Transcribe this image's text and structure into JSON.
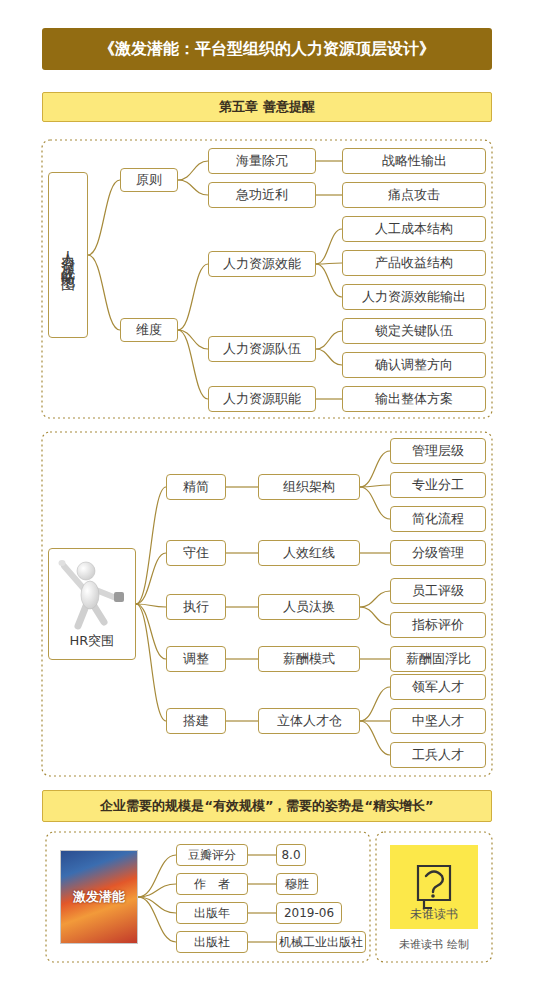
{
  "diagram": {
    "title": "《激发潜能：平台型组织的人力资源顶层设计》",
    "nodes": [
      {
        "text": [
          "第五章 善意提醒"
        ]
      },
      {
        "text": [
          "人力资源战略地图"
        ]
      },
      {
        "text": [
          "原则"
        ]
      },
      {
        "text": [
          "海量除冗"
        ]
      },
      {
        "text": [
          "战略性输出"
        ]
      },
      {
        "text": [
          "急功近利"
        ]
      },
      {
        "text": [
          "痛点攻击"
        ]
      },
      {
        "text": [
          "维度"
        ]
      },
      {
        "text": [
          "人力资源效能"
        ]
      },
      {
        "text": [
          "人工成本结构"
        ]
      },
      {
        "text": [
          "产品收益结构"
        ]
      },
      {
        "text": [
          "人力资源效能输出"
        ]
      },
      {
        "text": [
          "人力资源队伍"
        ]
      },
      {
        "text": [
          "锁定关键队伍"
        ]
      },
      {
        "text": [
          "确认调整方向"
        ]
      },
      {
        "text": [
          "人力资源职能"
        ]
      },
      {
        "text": [
          "输出整体方案"
        ]
      },
      {
        "text": [
          "HR突围"
        ]
      },
      {
        "text": [
          "精简"
        ]
      },
      {
        "text": [
          "组织架构"
        ]
      },
      {
        "text": [
          "管理层级"
        ]
      },
      {
        "text": [
          "专业分工"
        ]
      },
      {
        "text": [
          "简化流程"
        ]
      },
      {
        "text": [
          "守住"
        ]
      },
      {
        "text": [
          "人效红线"
        ]
      },
      {
        "text": [
          "分级管理"
        ]
      },
      {
        "text": [
          "执行"
        ]
      },
      {
        "text": [
          "人员汰换"
        ]
      },
      {
        "text": [
          "员工评级"
        ]
      },
      {
        "text": [
          "指标评价"
        ]
      },
      {
        "text": [
          "调整"
        ]
      },
      {
        "text": [
          "薪酬模式"
        ]
      },
      {
        "text": [
          "薪酬固浮比"
        ]
      },
      {
        "text": [
          "搭建"
        ]
      },
      {
        "text": [
          "立体人才仓"
        ]
      },
      {
        "text": [
          "领军人才"
        ]
      },
      {
        "text": [
          "中坚人才"
        ]
      },
      {
        "text": [
          "工兵人才"
        ]
      },
      {
        "text": [
          "企业需要的规模是“有效规模”，需要的姿势是“精实增长”"
        ]
      },
      {
        "text": [
          "激发潜能"
        ]
      },
      {
        "text": [
          "豆瓣评分"
        ]
      },
      {
        "text": [
          "8.0"
        ]
      },
      {
        "text": [
          "作　者"
        ]
      },
      {
        "text": [
          "穆胜"
        ]
      },
      {
        "text": [
          "出版年"
        ]
      },
      {
        "text": [
          "2019-06"
        ]
      },
      {
        "text": [
          "出版社"
        ]
      },
      {
        "text": [
          "机械工业出版社"
        ]
      },
      {
        "text": [
          "未谁读书"
        ]
      }
    ],
    "edges": [
      {
        "from": 1,
        "to": 2,
        "arrow": "none"
      },
      {
        "from": 1,
        "to": 7,
        "arrow": "none"
      },
      {
        "from": 2,
        "to": 3,
        "arrow": "none"
      },
      {
        "from": 2,
        "to": 5,
        "arrow": "none"
      },
      {
        "from": 3,
        "to": 4,
        "arrow": "none"
      },
      {
        "from": 5,
        "to": 6,
        "arrow": "none"
      },
      {
        "from": 7,
        "to": 8,
        "arrow": "none"
      },
      {
        "from": 7,
        "to": 12,
        "arrow": "none"
      },
      {
        "from": 7,
        "to": 15,
        "arrow": "none"
      },
      {
        "from": 8,
        "to": 9,
        "arrow": "none"
      },
      {
        "from": 8,
        "to": 10,
        "arrow": "none"
      },
      {
        "from": 8,
        "to": 11,
        "arrow": "none"
      },
      {
        "from": 12,
        "to": 13,
        "arrow": "none"
      },
      {
        "from": 12,
        "to": 14,
        "arrow": "none"
      },
      {
        "from": 15,
        "to": 16,
        "arrow": "none"
      },
      {
        "from": 17,
        "to": 18,
        "arrow": "none"
      },
      {
        "from": 17,
        "to": 23,
        "arrow": "none"
      },
      {
        "from": 17,
        "to": 26,
        "arrow": "none"
      },
      {
        "from": 17,
        "to": 30,
        "arrow": "none"
      },
      {
        "from": 17,
        "to": 33,
        "arrow": "none"
      },
      {
        "from": 18,
        "to": 19,
        "arrow": "none"
      },
      {
        "from": 19,
        "to": 20,
        "arrow": "none"
      },
      {
        "from": 19,
        "to": 21,
        "arrow": "none"
      },
      {
        "from": 19,
        "to": 22,
        "arrow": "none"
      },
      {
        "from": 23,
        "to": 24,
        "arrow": "none"
      },
      {
        "from": 24,
        "to": 25,
        "arrow": "none"
      },
      {
        "from": 26,
        "to": 27,
        "arrow": "none"
      },
      {
        "from": 27,
        "to": 28,
        "arrow": "none"
      },
      {
        "from": 27,
        "to": 29,
        "arrow": "none"
      },
      {
        "from": 30,
        "to": 31,
        "arrow": "none"
      },
      {
        "from": 31,
        "to": 32,
        "arrow": "none"
      },
      {
        "from": 33,
        "to": 34,
        "arrow": "none"
      },
      {
        "from": 34,
        "to": 35,
        "arrow": "none"
      },
      {
        "from": 34,
        "to": 36,
        "arrow": "none"
      },
      {
        "from": 34,
        "to": 37,
        "arrow": "none"
      },
      {
        "from": 39,
        "to": 40,
        "arrow": "none"
      },
      {
        "from": 39,
        "to": 42,
        "arrow": "none"
      },
      {
        "from": 39,
        "to": 44,
        "arrow": "none"
      },
      {
        "from": 39,
        "to": 46,
        "arrow": "none"
      },
      {
        "from": 40,
        "to": 41,
        "arrow": "none"
      },
      {
        "from": 42,
        "to": 43,
        "arrow": "none"
      },
      {
        "from": 44,
        "to": 45,
        "arrow": "none"
      },
      {
        "from": 46,
        "to": 47,
        "arrow": "none"
      }
    ],
    "labels": [
      "未谁读书 绘制"
    ]
  }
}
